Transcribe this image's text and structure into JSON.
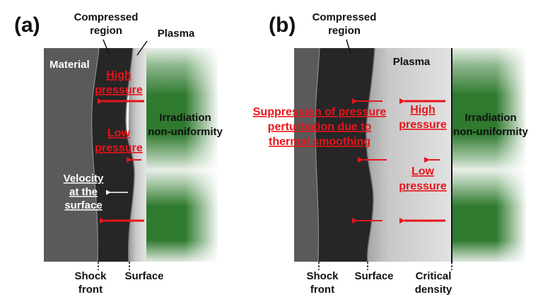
{
  "panel_a": {
    "tag": "(a)",
    "compressed_region": [
      "Compressed",
      "region"
    ],
    "plasma": "Plasma",
    "material": "Material",
    "high_pressure": [
      "High",
      "pressure"
    ],
    "low_pressure": [
      "Low",
      "pressure"
    ],
    "irradiation": [
      "Irradiation",
      "non-uniformity"
    ],
    "velocity": [
      "Velocity",
      "at the",
      "surface"
    ],
    "shock_front": [
      "Shock",
      "front"
    ],
    "surface": "Surface"
  },
  "panel_b": {
    "tag": "(b)",
    "compressed_region": [
      "Compressed",
      "region"
    ],
    "plasma": "Plasma",
    "suppression": [
      "Suppression of pressure",
      "perturbation due to",
      "thermal smoothing"
    ],
    "high_pressure": [
      "High",
      "pressure"
    ],
    "low_pressure": [
      "Low",
      "pressure"
    ],
    "irradiation": [
      "Irradiation",
      "non-uniformity"
    ],
    "shock_front": [
      "Shock",
      "front"
    ],
    "surface": "Surface",
    "critical_density": [
      "Critical",
      "density"
    ]
  },
  "colors": {
    "material": "#5a5a5a",
    "compressed": "#262626",
    "plasma": "#d4d4d4",
    "laser_green": "#2f7a2f",
    "arrow_red": "#e8141b"
  }
}
